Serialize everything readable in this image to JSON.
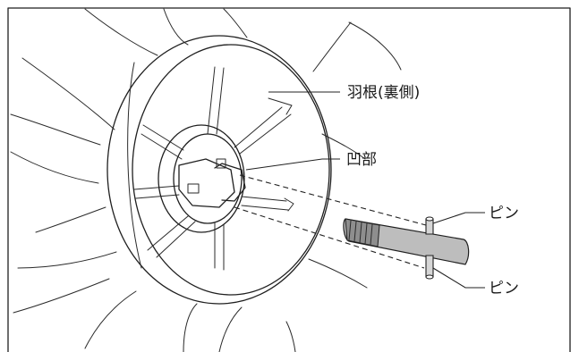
{
  "labels": {
    "blade_back": "羽根(裏側)",
    "recess": "凹部",
    "pin_top": "ピン",
    "pin_bottom": "ピン"
  },
  "colors": {
    "line": "#1f1f1f",
    "shaft_fill": "#bdbdbd",
    "thread_fill": "#8e8e8e",
    "border": "#222222",
    "background": "#ffffff"
  }
}
